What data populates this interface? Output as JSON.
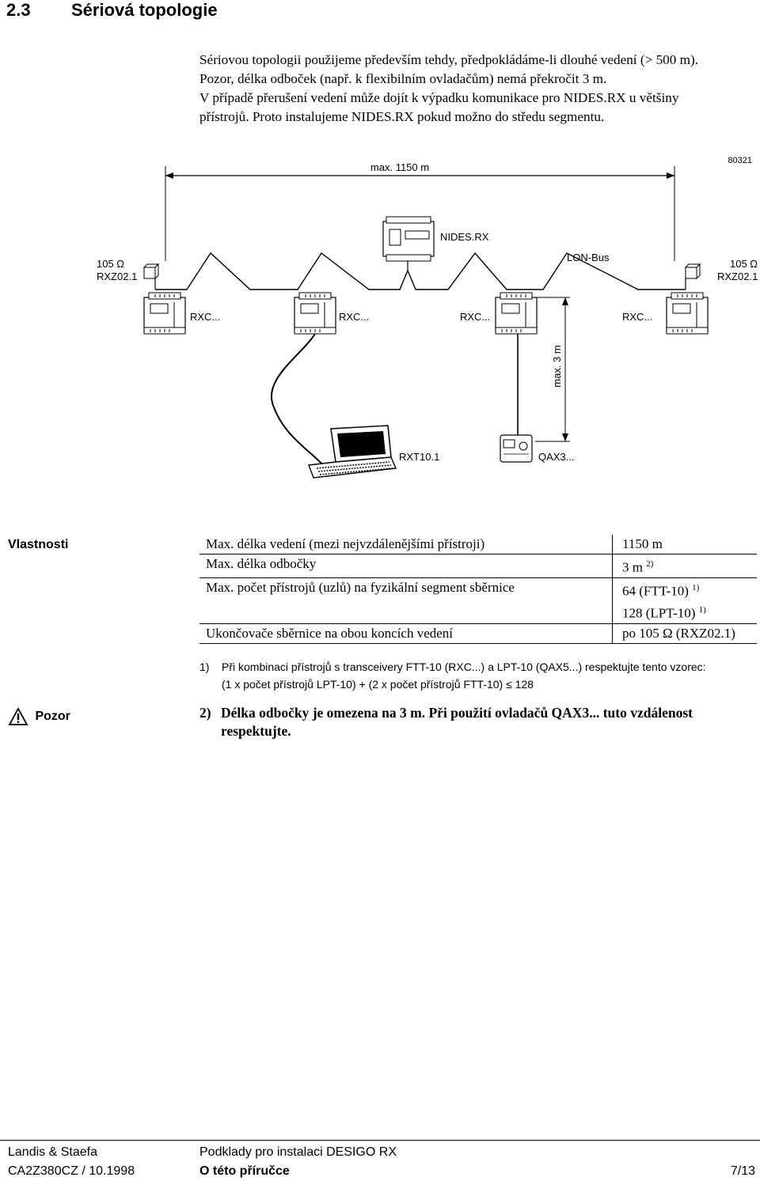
{
  "section": {
    "number": "2.3",
    "title": "Sériová topologie"
  },
  "intro_lines": [
    "Sériovou topologii použijeme především tehdy, předpokládáme-li dlouhé vedení (> 500 m).",
    "Pozor, délka odboček (např. k flexibilním ovladačům) nemá překročit 3 m.",
    "V případě přerušení vedení může dojít k výpadku komunikace pro NIDES.RX u většiny",
    "přístrojů. Proto instalujeme NIDES.RX pokud možno do středu segmentu."
  ],
  "diagram": {
    "figure_id": "80321",
    "max_length": "max. 1150 m",
    "nides": "NIDES.RX",
    "bus": "LON-Bus",
    "terminator_value": "105 Ω",
    "terminator_name": "RXZ02.1",
    "rxc": [
      "RXC...",
      "RXC...",
      "RXC...",
      "RXC..."
    ],
    "stub_length": "max. 3 m",
    "laptop": "RXT10.1",
    "room_unit": "QAX3..."
  },
  "properties": {
    "heading": "Vlastnosti",
    "rows": [
      {
        "label": "Max. délka vedení (mezi nejvzdálenějšími přístroji)",
        "value": "1150 m",
        "value2": "",
        "sup": "",
        "sup2": ""
      },
      {
        "label": "Max. délka odbočky",
        "value": "3 m",
        "value2": "",
        "sup": "2)",
        "sup2": ""
      },
      {
        "label": "Max. počet přístrojů (uzlů) na fyzikální segment sběrnice",
        "value": "64 (FTT-10)",
        "value2": "128 (LPT-10)",
        "sup": "1)",
        "sup2": "1)"
      },
      {
        "label": "Ukončovače sběrnice na obou koncích vedení",
        "value": "po 105 Ω (RXZ02.1)",
        "value2": "",
        "sup": "",
        "sup2": ""
      }
    ]
  },
  "footnote1": {
    "number": "1)",
    "line1": "Při kombinaci přístrojů s transceivery FTT-10 (RXC...) a LPT-10 (QAX5...) respektujte tento vzorec:",
    "line2": "(1 x počet přístrojů LPT-10) + (2 x počet přístrojů FTT-10)",
    "line2_symbol": "≤",
    "line2_end": "128"
  },
  "warning": {
    "label": "Pozor",
    "number": "2)",
    "text": "Délka odbočky je omezena na 3 m. Při použití ovladačů QAX3... tuto vzdálenost respektujte."
  },
  "footer": {
    "company": "Landis & Staefa",
    "doc_title": "Podklady pro instalaci DESIGO RX",
    "doc_code": "CA2Z380CZ / 10.1998",
    "chapter": "O této příručce",
    "page": "7/13"
  }
}
